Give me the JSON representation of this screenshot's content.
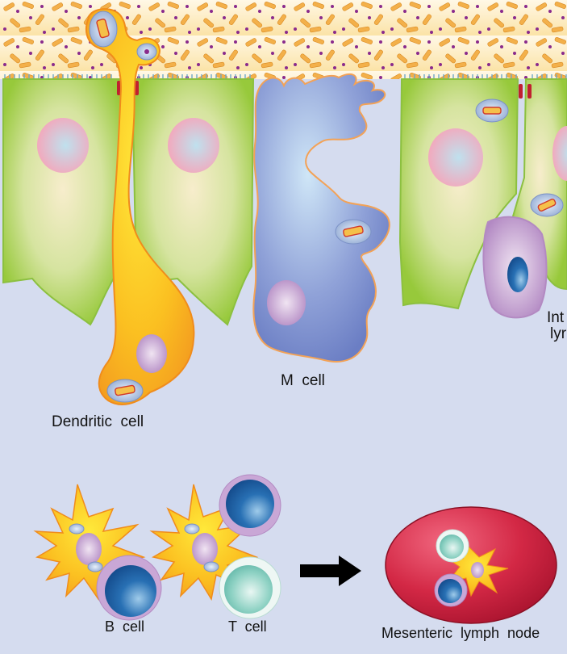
{
  "labels": {
    "dendritic_cell": "Dendritic  cell",
    "m_cell": "M  cell",
    "intraepithelial_lymphocyte_line1": "Int",
    "intraepithelial_lymphocyte_line2": "lyr",
    "b_cell": "B  cell",
    "t_cell": "T  cell",
    "mesenteric_lymph_node": "Mesenteric  lymph  node"
  },
  "colors": {
    "background": "#d5dcef",
    "epithelium": "#9ccc3c",
    "epithelium_core": "#f3ecc9",
    "dendritic": "#f5b81a",
    "m_cell": "#8193cf",
    "lymph_node": "#c8203f",
    "b_cell_nucleus": "#1f5fa4",
    "t_cell_nucleus": "#7fc9bb",
    "tight_junction": "#c02030",
    "arrow": "#000000"
  }
}
